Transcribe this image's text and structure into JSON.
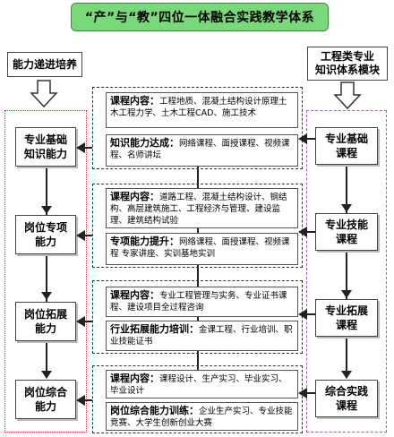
{
  "title": "“产”与“教”四位一体融合实践教学体系",
  "left_header": "能力递进培养",
  "right_header": "工程类专业\n知识体系模块",
  "left_column": [
    "专业基础\n知识能力",
    "岗位专项\n能力",
    "岗位拓展\n能力",
    "岗位综合\n能力"
  ],
  "right_column": [
    "专业基础\n课程",
    "专业技能\n课程",
    "专业拓展\n课程",
    "综合实践\n课程"
  ],
  "groups": [
    {
      "course_label": "课程内容：",
      "course_text": "工程地质、混凝土结构设计原理土木工程力学、土木工程CAD、施工技术",
      "ability_label": "知识能力达成：",
      "ability_text": "网络课程、面授课程、视频课程、名师讲坛"
    },
    {
      "course_label": "课程内容：",
      "course_text": "道路工程、混凝土结构设计、钢结构、高层建筑施工、工程经济与管理、建设监理、建筑结构试验",
      "ability_label": "专项能力提升：",
      "ability_text": "网络课程、面授课程、视频课程 专家讲座、实训基地实训"
    },
    {
      "course_label": "课程内容：",
      "course_text": "专业工程管理与实务、专业证书课程、建设项目全过程咨询",
      "ability_label": "行业拓展能力培训：",
      "ability_text": "金课工程、行业培训、职业技能证书"
    },
    {
      "course_label": "课程内容：",
      "course_text": "课程设计、生产实习、毕业实习、毕业设计",
      "ability_label": "岗位综合能力训练：",
      "ability_text": "企业生产实习、专业技能竞赛、大学生创新创业大赛"
    }
  ]
}
